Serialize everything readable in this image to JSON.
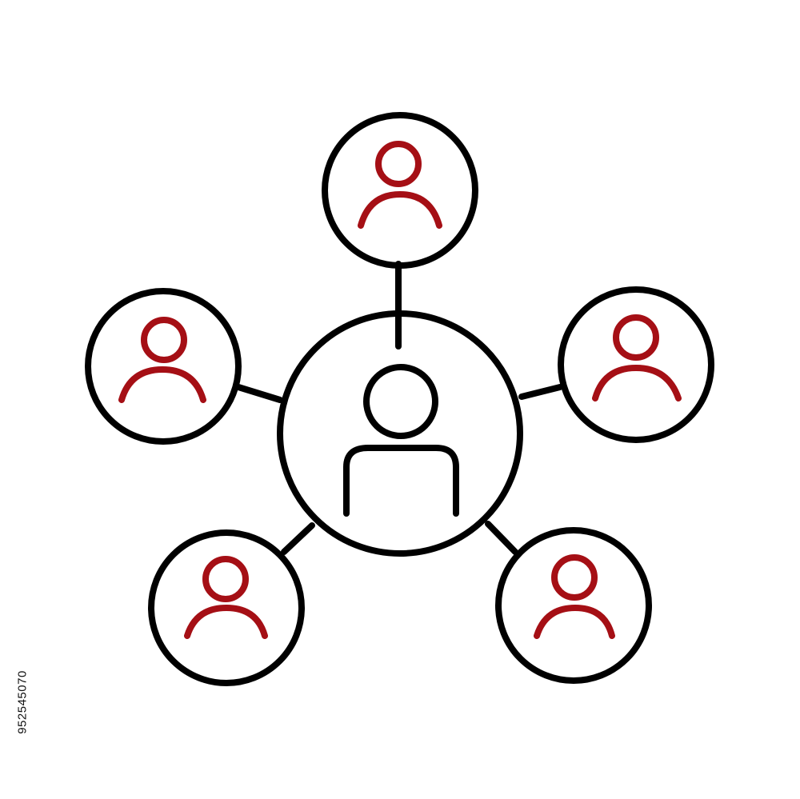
{
  "diagram": {
    "type": "hub-and-spoke user network",
    "hub": {
      "icon": "user-icon",
      "color": "#000000"
    },
    "nodes": [
      {
        "position": "top",
        "icon": "user-icon",
        "color": "#a50f15"
      },
      {
        "position": "left",
        "icon": "user-icon",
        "color": "#a50f15"
      },
      {
        "position": "right",
        "icon": "user-icon",
        "color": "#a50f15"
      },
      {
        "position": "bottom-left",
        "icon": "user-icon",
        "color": "#a50f15"
      },
      {
        "position": "bottom-right",
        "icon": "user-icon",
        "color": "#a50f15"
      }
    ],
    "outline_color": "#000000"
  },
  "watermark": {
    "id_text": "952545070"
  }
}
